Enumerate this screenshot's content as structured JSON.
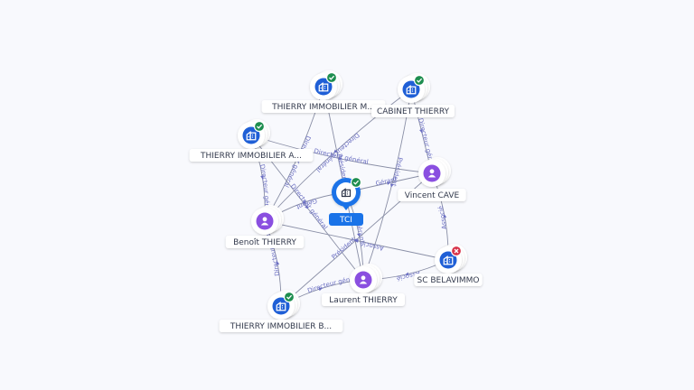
{
  "graph": {
    "center": {
      "label": "TCI",
      "icon": "building-icon",
      "badge": "check"
    },
    "nodes": [
      {
        "id": "thierry_immo_m",
        "label": "THIERRY IMMOBILIER M...",
        "type": "company",
        "badge": "check"
      },
      {
        "id": "cabinet_thierry",
        "label": "CABINET THIERRY",
        "type": "company",
        "badge": "check"
      },
      {
        "id": "thierry_immo_a",
        "label": "THIERRY IMMOBILIER A...",
        "type": "company",
        "badge": "check"
      },
      {
        "id": "vincent_cave",
        "label": "Vincent CAVE",
        "type": "person",
        "badge": ""
      },
      {
        "id": "benoit_thierry",
        "label": "Benoît THIERRY",
        "type": "person",
        "badge": ""
      },
      {
        "id": "sc_belavimmo",
        "label": "SC BELAVIMMO",
        "type": "company",
        "badge": "cross"
      },
      {
        "id": "laurent_thierry",
        "label": "Laurent THIERRY",
        "type": "person",
        "badge": ""
      },
      {
        "id": "thierry_immo_b",
        "label": "THIERRY IMMOBILIER B...",
        "type": "company",
        "badge": "check"
      }
    ],
    "edges": [
      {
        "from": "thierry_immo_m",
        "to": "benoit_thierry",
        "label": "Directeur général"
      },
      {
        "from": "thierry_immo_m",
        "to": "laurent_thierry",
        "label": "Président"
      },
      {
        "from": "cabinet_thierry",
        "to": "benoit_thierry",
        "label": "Directeur général"
      },
      {
        "from": "cabinet_thierry",
        "to": "laurent_thierry",
        "label": "Président"
      },
      {
        "from": "cabinet_thierry",
        "to": "vincent_cave",
        "label": "Directeur général"
      },
      {
        "from": "thierry_immo_a",
        "to": "vincent_cave",
        "label": "Directeur général"
      },
      {
        "from": "thierry_immo_a",
        "to": "benoit_thierry",
        "label": "Directeur général"
      },
      {
        "from": "thierry_immo_a",
        "to": "laurent_thierry",
        "label": "Directeur général"
      },
      {
        "from": "center",
        "to": "benoit_thierry",
        "label": "Gérant"
      },
      {
        "from": "center",
        "to": "laurent_thierry",
        "label": "Gérant"
      },
      {
        "from": "center",
        "to": "vincent_cave",
        "label": "Gérant"
      },
      {
        "from": "sc_belavimmo",
        "to": "vincent_cave",
        "label": "Associé"
      },
      {
        "from": "sc_belavimmo",
        "to": "laurent_thierry",
        "label": "Associé"
      },
      {
        "from": "sc_belavimmo",
        "to": "benoit_thierry",
        "label": "Associé"
      },
      {
        "from": "thierry_immo_b",
        "to": "benoit_thierry",
        "label": "Directeur général"
      },
      {
        "from": "thierry_immo_b",
        "to": "laurent_thierry",
        "label": "Directeur général"
      },
      {
        "from": "thierry_immo_b",
        "to": "vincent_cave",
        "label": "Président"
      }
    ]
  },
  "colors": {
    "company": "#1f5fd6",
    "person": "#8a4fe0",
    "check": "#1e8e4f",
    "cross": "#d8334a",
    "center": "#1a73e8",
    "edge": "#8a8fa6",
    "edge_label": "#6b6fc2"
  }
}
